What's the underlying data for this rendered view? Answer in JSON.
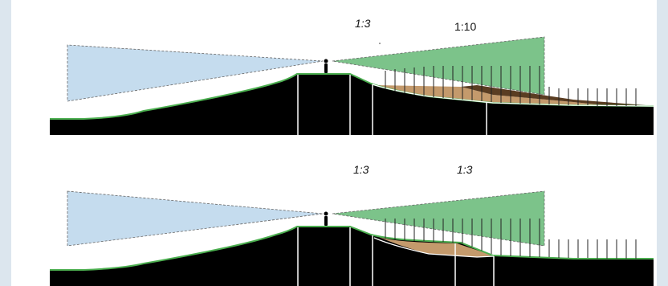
{
  "sections": [
    {
      "id": "top",
      "ratio_left": "1:3",
      "ratio_right": "1:10",
      "right_ratio_italic": false
    },
    {
      "id": "bottom",
      "ratio_left": "1:3",
      "ratio_right": "1:3",
      "right_ratio_italic": true
    }
  ],
  "colors": {
    "view_left": "#c5dcee",
    "view_right": "#7cc38a",
    "ground": "#000000",
    "ground_line": "#4caf50",
    "fill_soil": "#c49a6c",
    "fill_dark": "#5a3d22",
    "background": "#dce6ee",
    "panel": "#ffffff"
  },
  "icons": {
    "person": "person-silhouette-icon"
  }
}
